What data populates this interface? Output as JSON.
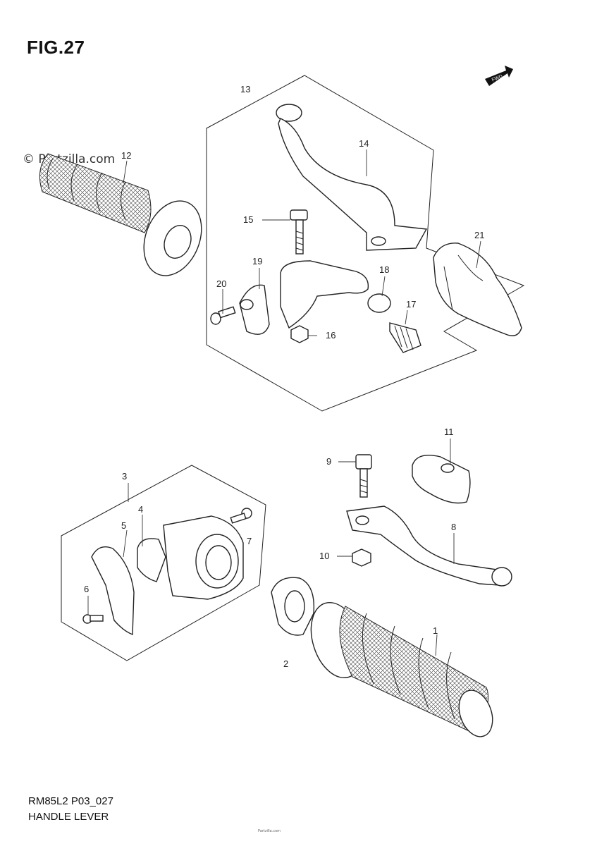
{
  "header": {
    "figure": "FIG.27",
    "watermark": "© Partzilla.com",
    "direction_badge": "FWD"
  },
  "footer": {
    "code": "RM85L2 P03_027",
    "name": "HANDLE LEVER",
    "small_print": "Partzilla.com"
  },
  "groups": [
    {
      "id": "13",
      "label": "13"
    },
    {
      "id": "3",
      "label": "3"
    }
  ],
  "callouts": [
    {
      "id": "1",
      "label": "1"
    },
    {
      "id": "2",
      "label": "2"
    },
    {
      "id": "3",
      "label": "3"
    },
    {
      "id": "4",
      "label": "4"
    },
    {
      "id": "5",
      "label": "5"
    },
    {
      "id": "6",
      "label": "6"
    },
    {
      "id": "7",
      "label": "7"
    },
    {
      "id": "8",
      "label": "8"
    },
    {
      "id": "9",
      "label": "9"
    },
    {
      "id": "10",
      "label": "10"
    },
    {
      "id": "11",
      "label": "11"
    },
    {
      "id": "12",
      "label": "12"
    },
    {
      "id": "13",
      "label": "13"
    },
    {
      "id": "14",
      "label": "14"
    },
    {
      "id": "15",
      "label": "15"
    },
    {
      "id": "16",
      "label": "16"
    },
    {
      "id": "17",
      "label": "17"
    },
    {
      "id": "18",
      "label": "18"
    },
    {
      "id": "19",
      "label": "19"
    },
    {
      "id": "20",
      "label": "20"
    },
    {
      "id": "21",
      "label": "21"
    }
  ]
}
